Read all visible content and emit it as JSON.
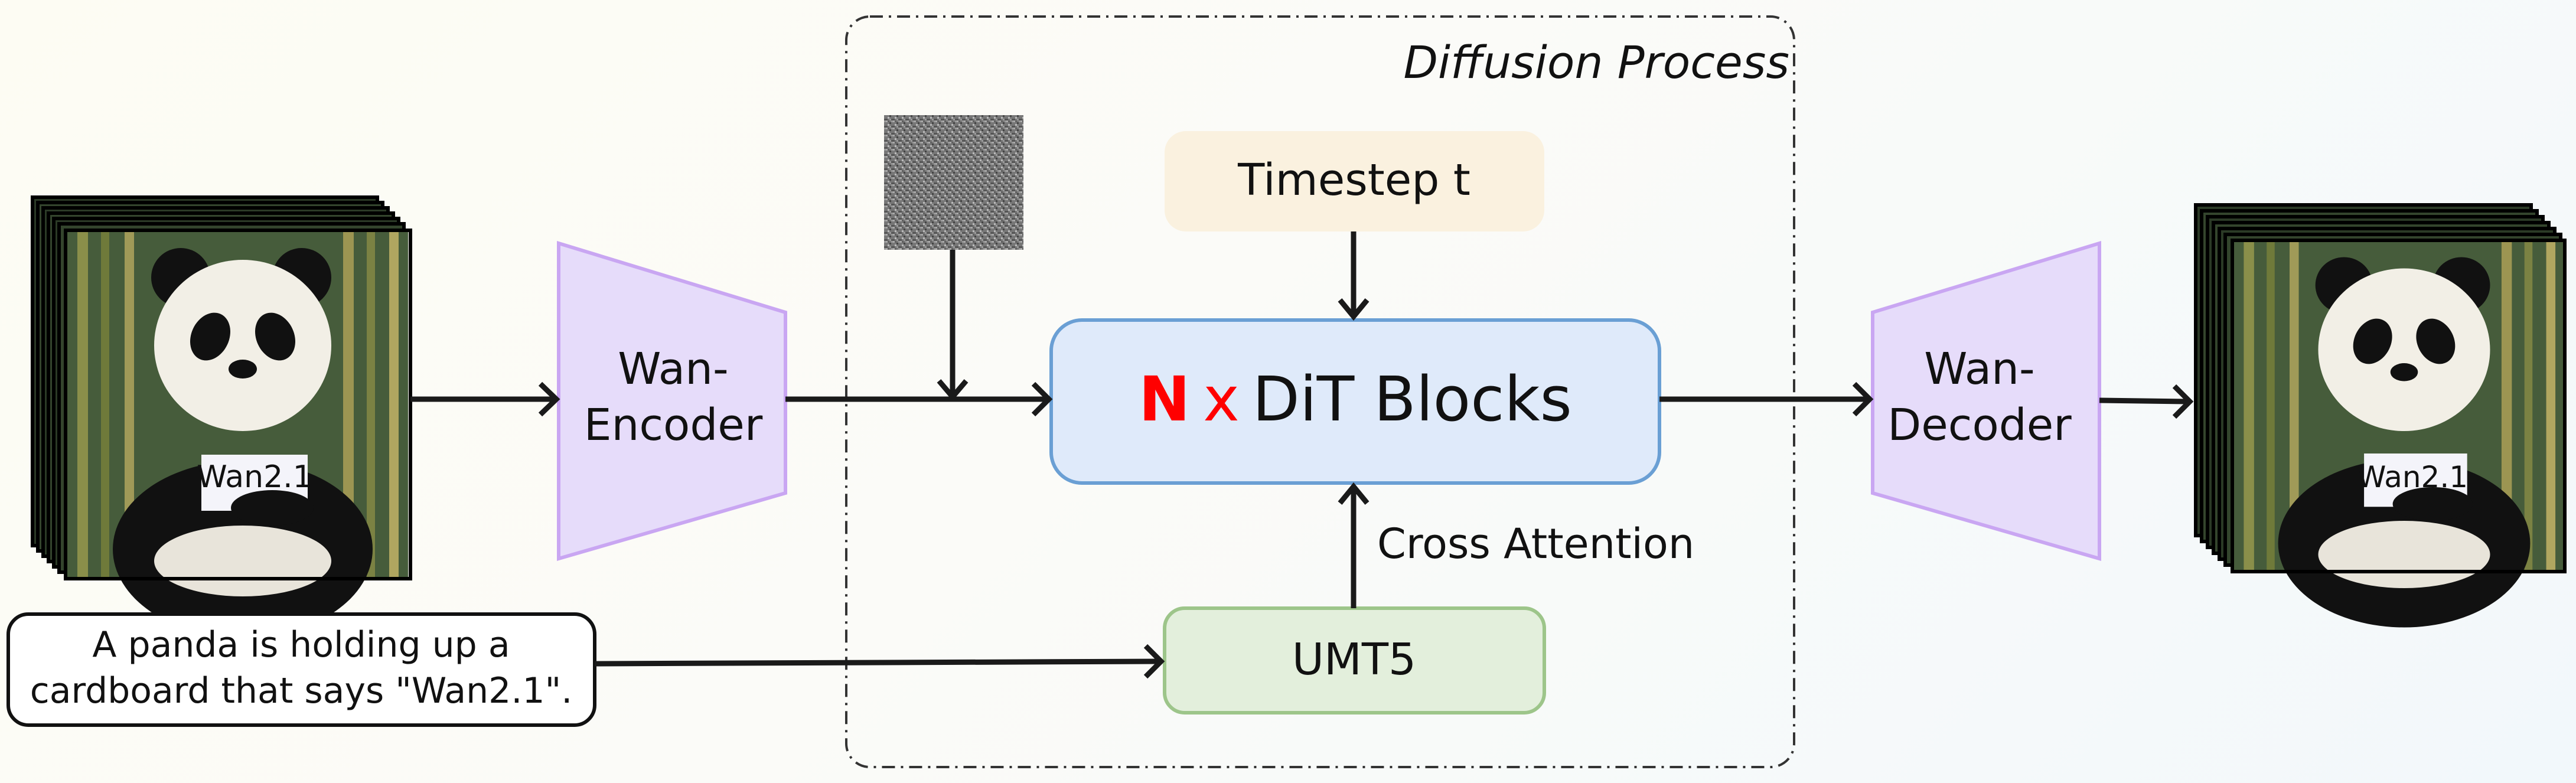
{
  "diagram": {
    "diffusion_group_label": "Diffusion Process",
    "input_video": {
      "icon": "panda-video-frames",
      "sign_text": "Wan2.1"
    },
    "output_video": {
      "icon": "panda-video-frames",
      "sign_text": "Wan2.1"
    },
    "encoder": {
      "line1": "Wan-",
      "line2": "Encoder"
    },
    "decoder": {
      "line1": "Wan-",
      "line2": "Decoder"
    },
    "noise": {
      "icon": "gaussian-noise-patch"
    },
    "timestep": {
      "label": "Timestep t"
    },
    "dit": {
      "n": "N",
      "x": "x",
      "label": "DiT Blocks"
    },
    "cross_attention_label": "Cross Attention",
    "text_encoder": {
      "label": "UMT5"
    },
    "prompt": {
      "line1": "A panda is holding up a",
      "line2": "cardboard that says \"Wan2.1\"."
    },
    "colors": {
      "encoder_fill": "#e6dcfa",
      "encoder_stroke": "#c9a6f2",
      "timestep_fill": "#faf1df",
      "dit_fill": "#dfeafa",
      "dit_stroke": "#6a9fd4",
      "umt5_fill": "#e3efdc",
      "umt5_stroke": "#9dc58a",
      "n_highlight": "#ff0000"
    }
  }
}
